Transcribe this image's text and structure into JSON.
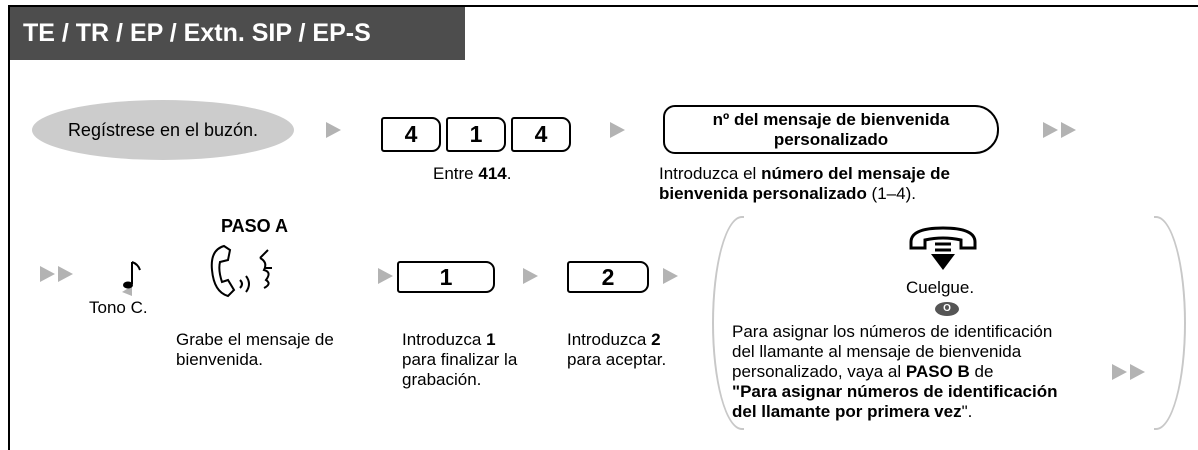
{
  "header": {
    "title": "TE / TR / EP / Extn. SIP / EP-S"
  },
  "step1": {
    "label": "Regístrese en el buzón."
  },
  "step2": {
    "keys": [
      "4",
      "1",
      "4"
    ],
    "caption_prefix": "Entre ",
    "caption_bold": "414",
    "caption_suffix": "."
  },
  "step3": {
    "pill_line1": "nº del mensaje de bienvenida",
    "pill_line2": "personalizado",
    "caption_part1": "Introduzca el ",
    "caption_bold_line1": "número del mensaje de",
    "caption_bold_line2": "bienvenida personalizado",
    "caption_part2": " (1–4)."
  },
  "row2": {
    "tone_label": "Tono C.",
    "paso_a_label": "PASO A",
    "record_line1": "Grabe el mensaje de",
    "record_line2": "bienvenida.",
    "key1": "1",
    "key1_caption_prefix": "Introduzca ",
    "key1_caption_bold": "1",
    "key1_caption_line2": "para finalizar la",
    "key1_caption_line3": "grabación.",
    "key2": "2",
    "key2_caption_prefix": "Introduzca ",
    "key2_caption_bold": "2",
    "key2_caption_line2": "para aceptar."
  },
  "option": {
    "hangup_label": "Cuelgue.",
    "badge": "O",
    "line1": "Para asignar los números de identificación",
    "line2": "del llamante al mensaje de bienvenida",
    "line3_prefix": "personalizado, vaya al ",
    "line3_bold": "PASO B",
    "line3_suffix": " de",
    "line4_quote": "\"",
    "line4_bold": "Para asignar números de identificación",
    "line5_bold": "del llamante por primera vez",
    "line5_suffix": "\"."
  }
}
